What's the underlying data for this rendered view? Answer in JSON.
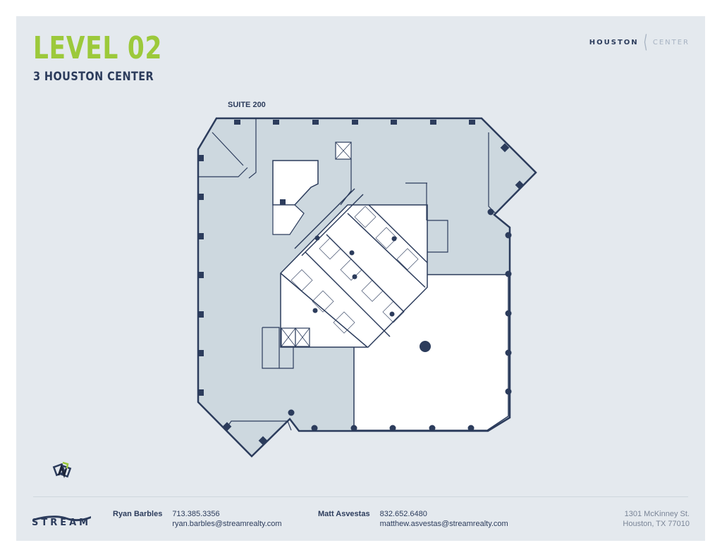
{
  "header": {
    "level": "LEVEL 02",
    "building": "3 HOUSTON CENTER"
  },
  "brand": {
    "part1": "HOUSTON",
    "part2": "CENTER",
    "separator_icon": "chevron-left-icon"
  },
  "plan": {
    "suite_label": "SUITE 200",
    "colors": {
      "wall": "#2c3c5c",
      "leased_fill": "#cdd8df",
      "available_fill": "#ffffff",
      "page_bg": "#e4e9ee"
    }
  },
  "footer": {
    "logo_text": "STREAM",
    "contacts": [
      {
        "name": "Ryan Barbles",
        "phone": "713.385.3356",
        "email": "ryan.barbles@streamrealty.com"
      },
      {
        "name": "Matt Asvestas",
        "phone": "832.652.6480",
        "email": "matthew.asvestas@streamrealty.com"
      }
    ],
    "address": {
      "line1": "1301 McKinney St.",
      "line2": "Houston, TX 77010"
    }
  },
  "colors": {
    "accent_green": "#9cc93b",
    "navy": "#2c3c5c",
    "muted": "#7a8597"
  }
}
